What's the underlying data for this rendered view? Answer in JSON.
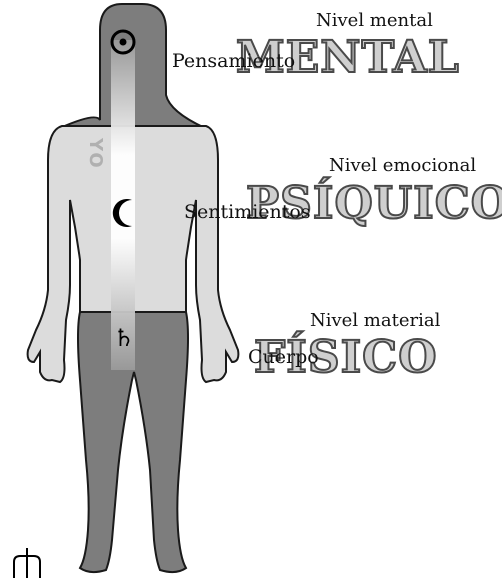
{
  "levels": [
    {
      "id": "mental",
      "title": "Nivel mental",
      "word": "MENTAL",
      "aspect": "Pensamiento"
    },
    {
      "id": "emocional",
      "title": "Nivel emocional",
      "word": "PSÍQUICO",
      "aspect": "Sentimientos"
    },
    {
      "id": "material",
      "title": "Nivel material",
      "word": "FÍSICO",
      "aspect": "Cuerpo"
    }
  ],
  "yo_label": "YO",
  "symbols": {
    "head": "sun-circle-dot-icon",
    "chest": "crescent-moon-icon",
    "belly": "saturn-icon",
    "signature": "logo-mark"
  },
  "colors": {
    "body_light": "#dcdcdc",
    "body_dark": "#7d7d7d",
    "outline": "#1a1a1a",
    "word_fill": "#cfcfcf",
    "word_stroke": "#4a4a4a"
  }
}
